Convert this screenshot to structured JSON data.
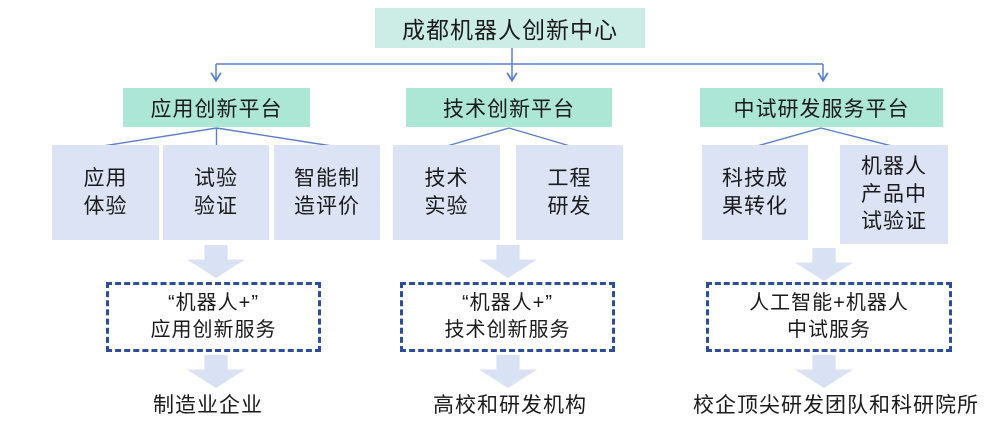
{
  "diagram": {
    "title": "成都机器人创新中心",
    "colors": {
      "root_bg": "#cbede5",
      "platform_bg": "#ace6d5",
      "function_box_bg": "#dbe3f5",
      "block_arrow_fill": "#d9e1f4",
      "connector_line": "#5b7fce",
      "dashed_border": "#2d4d9d",
      "text": "#1b1b1b"
    },
    "groups": [
      {
        "platform": "应用创新平台",
        "functions": [
          "应用\n体验",
          "试验\n验证",
          "智能制\n造评价"
        ],
        "service": "“机器人+”\n应用创新服务",
        "beneficiary": "制造业企业"
      },
      {
        "platform": "技术创新平台",
        "functions": [
          "技术\n实验",
          "工程\n研发"
        ],
        "service": "“机器人+”\n技术创新服务",
        "beneficiary": "高校和研发机构"
      },
      {
        "platform": "中试研发服务平台",
        "functions": [
          "科技成\n果转化",
          "机器人\n产品中\n试验证"
        ],
        "service": "人工智能+机器人\n中试服务",
        "beneficiary": "校企顶尖研发团队和科研院所"
      }
    ]
  }
}
